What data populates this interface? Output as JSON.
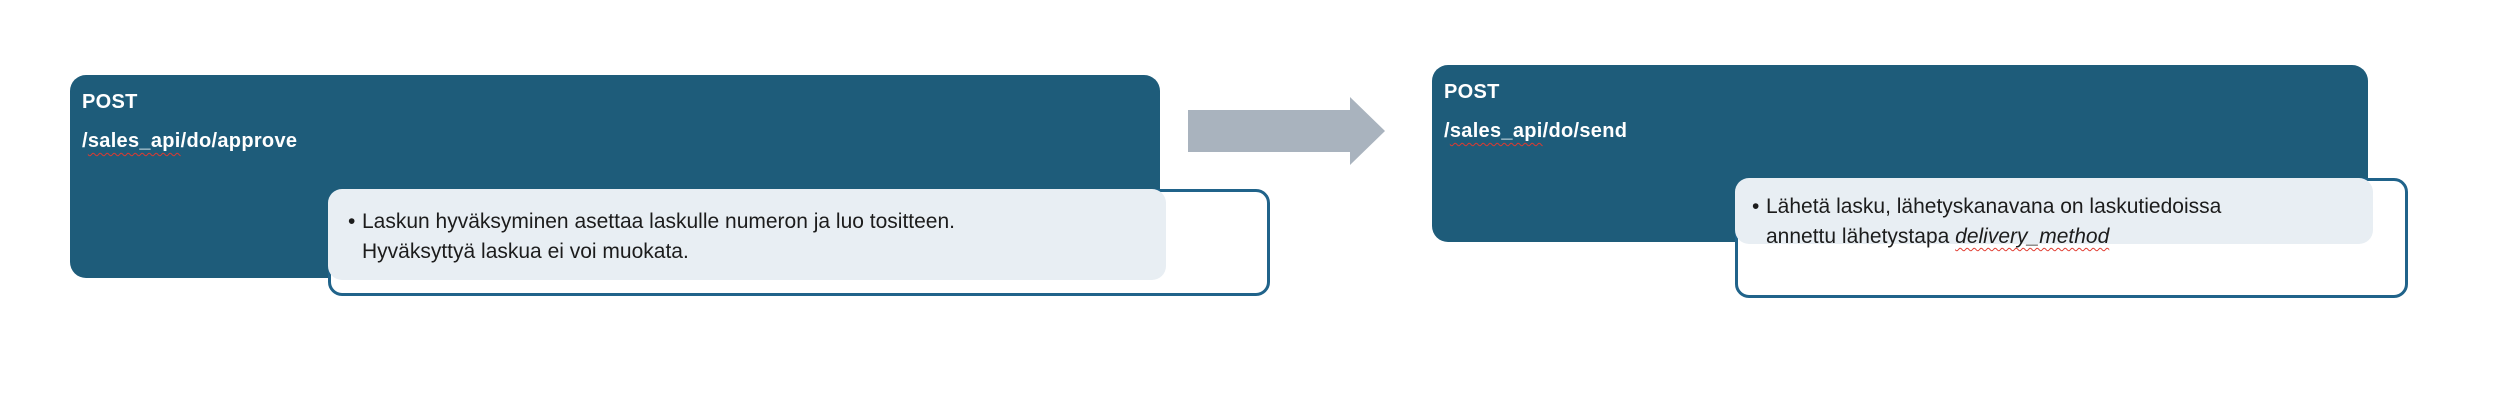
{
  "colors": {
    "box-fill": "#1e5c7a",
    "box-border": "#20638a",
    "note-fill": "#e8eef3",
    "arrow": "#a9b3be",
    "squiggle": "#e03a2f"
  },
  "arrow": {
    "icon": "right-block-arrow"
  },
  "boxes": [
    {
      "method": "POST",
      "path_prefix": "/",
      "path_misspelled": "sales_api",
      "path_suffix": "/do/approve",
      "note": {
        "bullet": "•",
        "line1": "Laskun hyväksyminen asettaa laskulle numeron ja luo tositteen.",
        "line2": "Hyväksyttyä laskua ei voi muokata.",
        "line2_italic": ""
      }
    },
    {
      "method": "POST",
      "path_prefix": "/",
      "path_misspelled": "sales_api",
      "path_suffix": "/do/send",
      "note": {
        "bullet": "•",
        "line1": "Lähetä lasku, lähetyskanavana on laskutiedoissa",
        "line2": "annettu lähetystapa ",
        "line2_italic": "delivery_method"
      }
    }
  ]
}
